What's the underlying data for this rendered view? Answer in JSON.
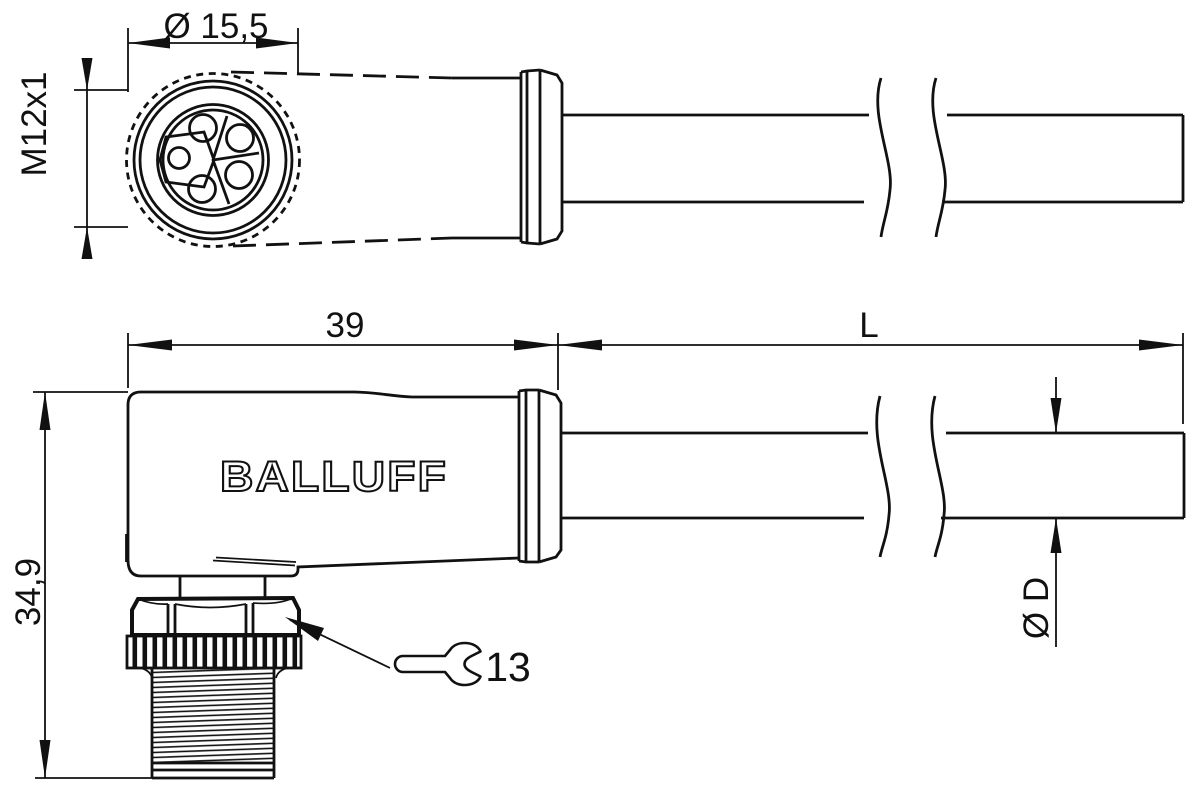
{
  "drawing": {
    "type": "technical-dimension-drawing",
    "colors": {
      "ink": "#111111",
      "background": "#ffffff"
    },
    "labels": {
      "brand": "BALLUFF",
      "face_diameter": "Ø 15,5",
      "thread": "M12x1",
      "connector_length": "39",
      "cable_length": "L",
      "overall_height": "34,9",
      "cable_diameter": "Ø D",
      "wrench_size": "13"
    }
  }
}
